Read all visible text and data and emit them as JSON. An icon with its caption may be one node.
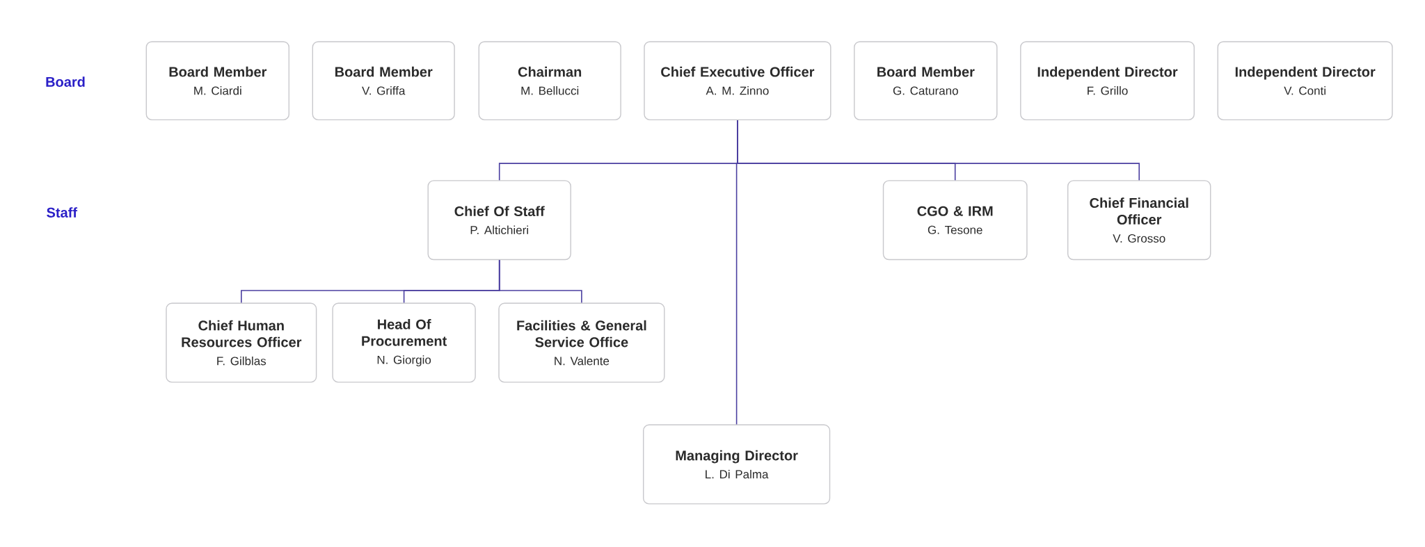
{
  "diagram": {
    "nodes": [
      {
        "text": [
          "Board Member",
          "M. Ciardi"
        ]
      },
      {
        "text": [
          "Board Member",
          "V. Griffa"
        ]
      },
      {
        "text": [
          "Chairman",
          "M. Bellucci"
        ]
      },
      {
        "text": [
          "Chief Executive Officer",
          "A. M. Zinno"
        ]
      },
      {
        "text": [
          "Board Member",
          "G. Caturano"
        ]
      },
      {
        "text": [
          "Independent Director",
          "F. Grillo"
        ]
      },
      {
        "text": [
          "Independent Director",
          "V. Conti"
        ]
      },
      {
        "text": [
          "Chief Of Staff",
          "P. Altichieri"
        ]
      },
      {
        "text": [
          "CGO & IRM",
          "G. Tesone"
        ]
      },
      {
        "text": [
          "Chief Financial Officer",
          "V. Grosso"
        ]
      },
      {
        "text": [
          "Chief Human Resources Officer",
          "F. Gilblas"
        ]
      },
      {
        "text": [
          "Head Of Procurement",
          "N. Giorgio"
        ]
      },
      {
        "text": [
          "Facilities & General Service Office",
          "N. Valente"
        ]
      },
      {
        "text": [
          "Managing Director",
          "L. Di Palma"
        ]
      }
    ],
    "edges": [
      {
        "from": 3,
        "to": 7,
        "arrow": "none"
      },
      {
        "from": 3,
        "to": 8,
        "arrow": "none"
      },
      {
        "from": 3,
        "to": 9,
        "arrow": "none"
      },
      {
        "from": 3,
        "to": 13,
        "arrow": "none"
      },
      {
        "from": 7,
        "to": 10,
        "arrow": "none"
      },
      {
        "from": 7,
        "to": 11,
        "arrow": "none"
      },
      {
        "from": 7,
        "to": 12,
        "arrow": "none"
      }
    ],
    "labels": [
      "Board",
      "Staff"
    ]
  }
}
